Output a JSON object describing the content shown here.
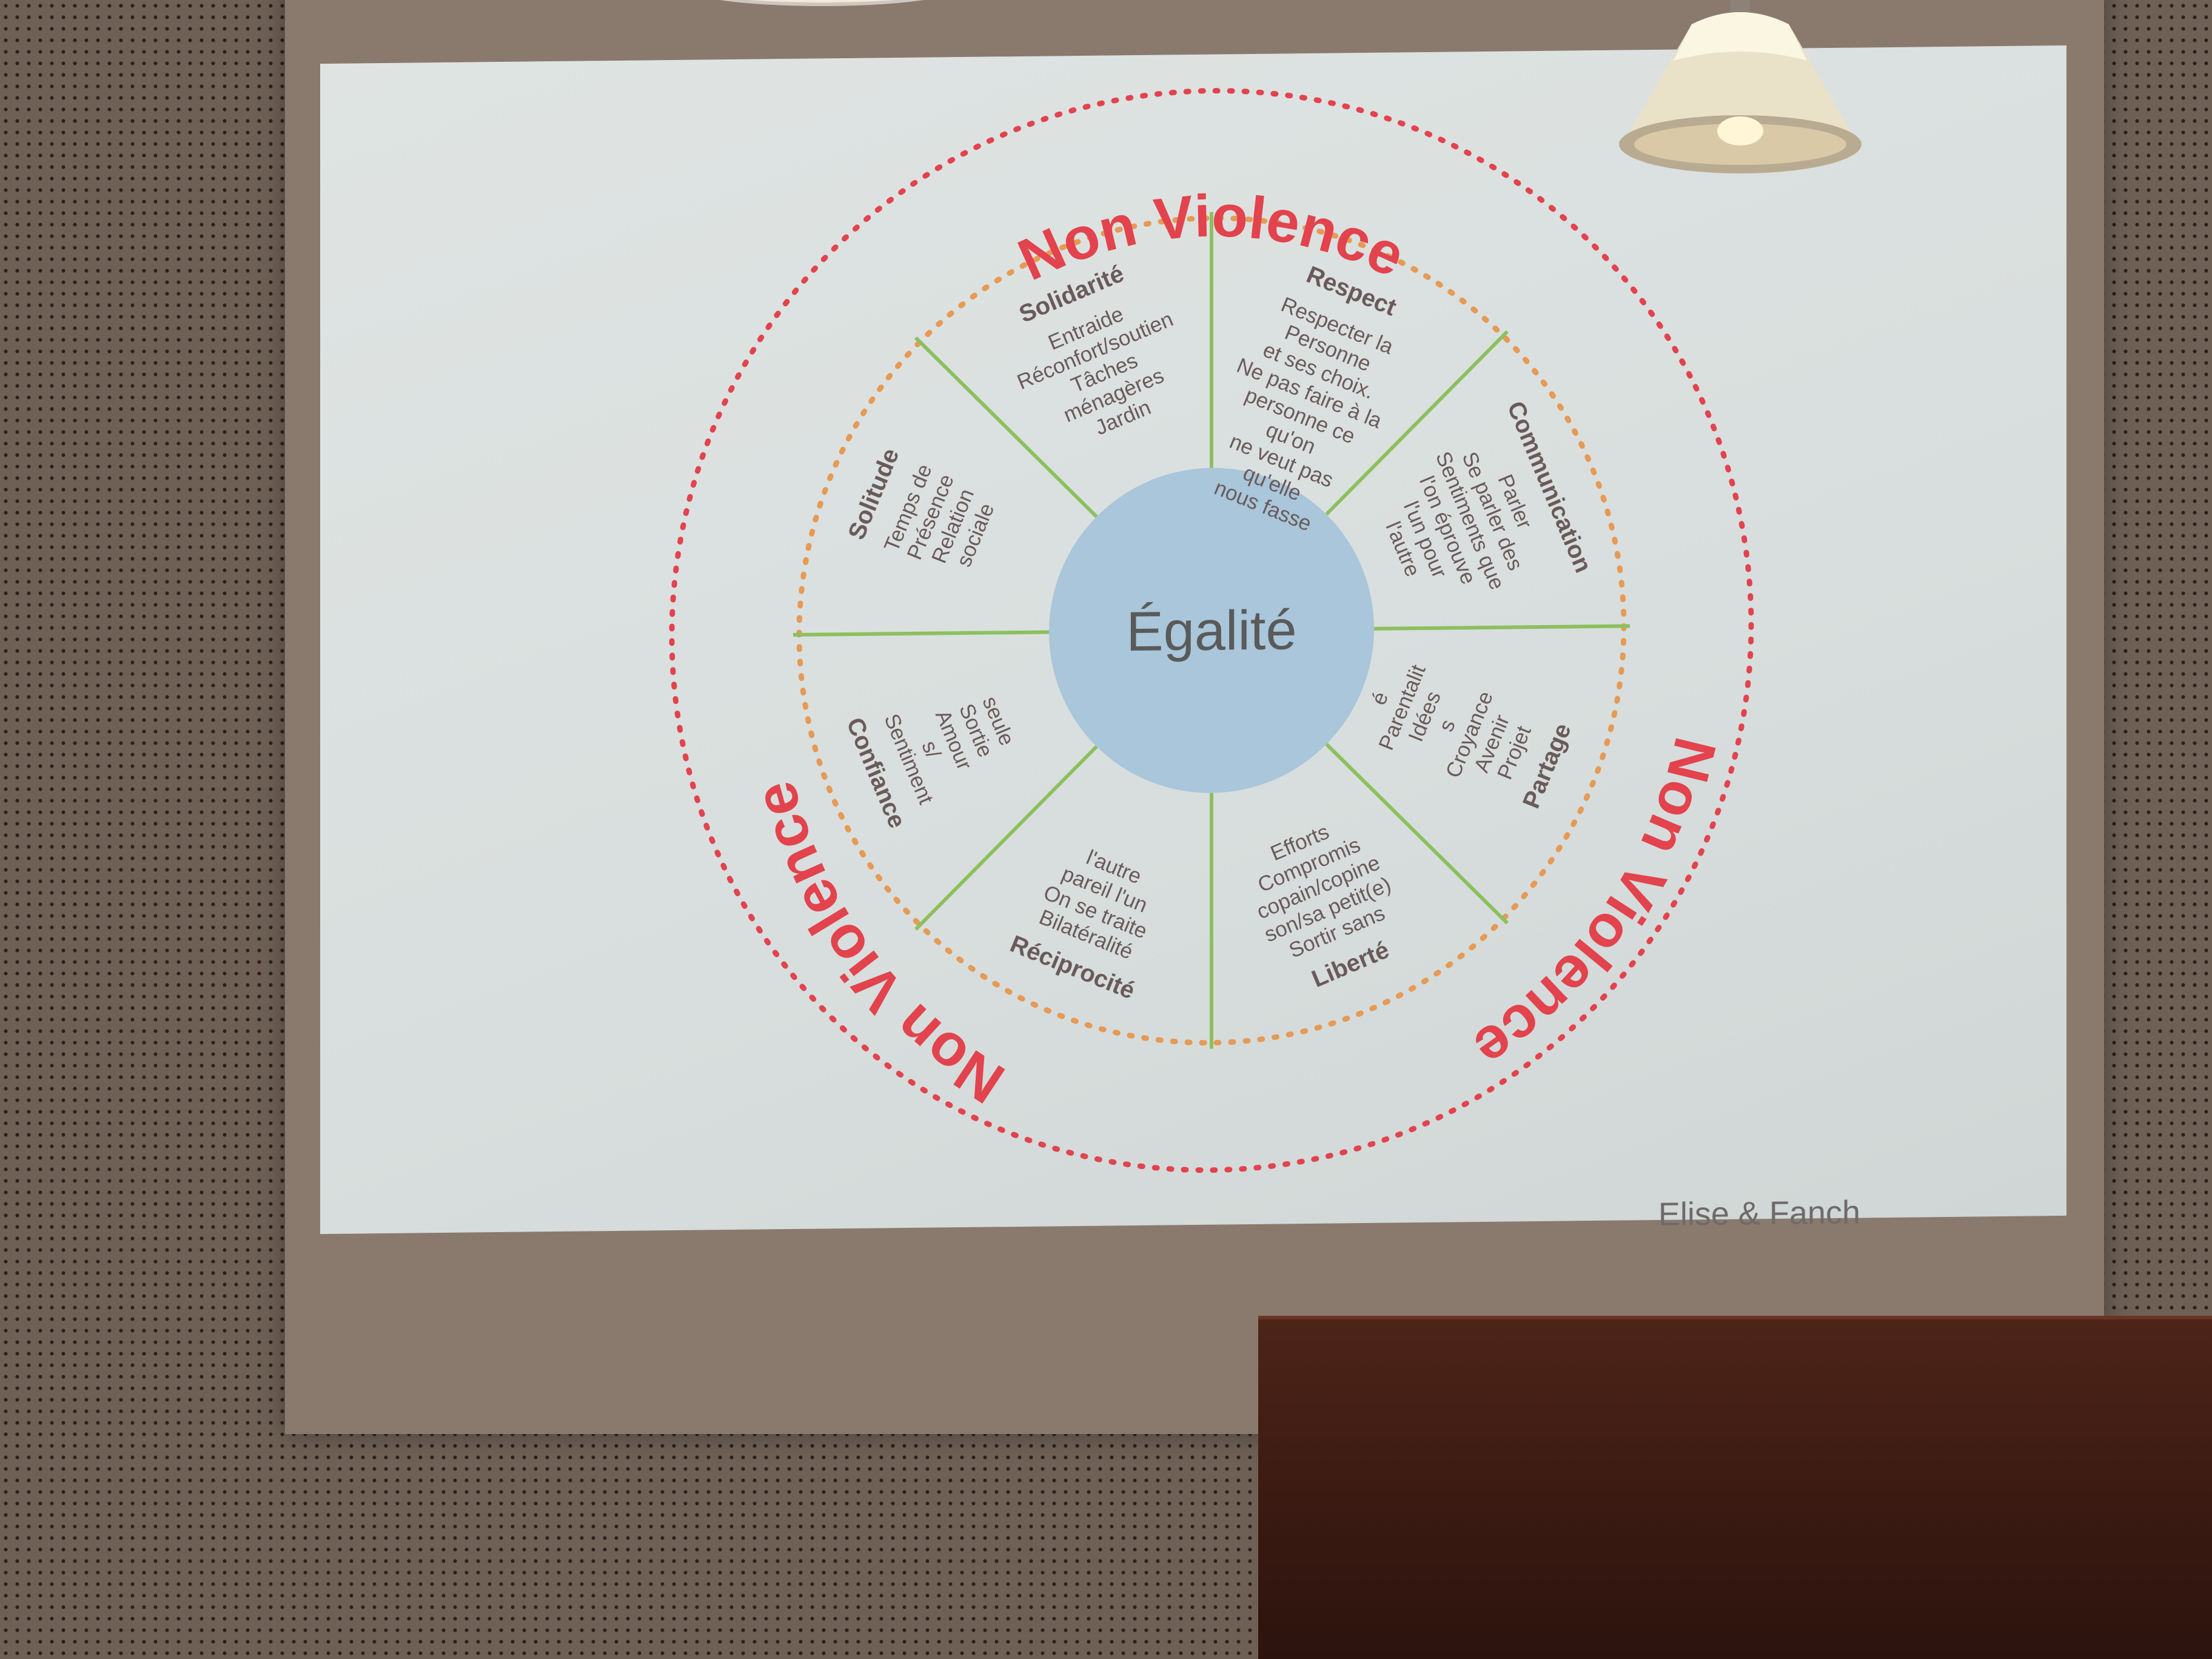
{
  "diagram": {
    "center_label": "Égalité",
    "outer_label_top": "Non Violence",
    "outer_label_right": "Non Violence",
    "outer_label_left": "Non Violence",
    "segments": [
      {
        "title": "Respect",
        "items": [
          "Respecter la",
          "Personne",
          "et ses choix.",
          "Ne pas faire à la",
          "personne ce",
          "qu'on",
          "ne veut pas",
          "qu'elle",
          "nous fasse"
        ]
      },
      {
        "title": "Communication",
        "items": [
          "Parler",
          "Se parler des",
          "Sentiments que",
          "l'on éprouve",
          "l'un pour",
          "l'autre"
        ]
      },
      {
        "title": "Partage",
        "items": [
          "Projet",
          "Avenir",
          "Croyance",
          "s",
          "Idées",
          "Parentalit",
          "é"
        ]
      },
      {
        "title": "Liberté",
        "items": [
          "Sortir sans",
          "son/sa petit(e)",
          "copain/copine",
          "Compromis",
          "Efforts"
        ]
      },
      {
        "title": "Réciprocité",
        "items": [
          "Bilatéralité",
          "On se traite",
          "pareil l'un",
          "l'autre"
        ]
      },
      {
        "title": "Confiance",
        "items": [
          "Sentiment",
          "s/",
          "Amour",
          "Sortie",
          "seule"
        ]
      },
      {
        "title": "Solitude",
        "items": [
          "Temps de",
          "Présence",
          "Relation",
          "sociale"
        ]
      },
      {
        "title": "Solidarité",
        "items": [
          "Entraide",
          "Réconfort/soutien",
          "Tâches",
          "ménagères",
          "Jardin"
        ]
      }
    ],
    "credit": "Elise & Fanch"
  },
  "colors": {
    "red_label": "#e2434d",
    "orange_dots": "#e69a55",
    "green_spokes": "#8cc05e",
    "center_fill": "#a9c6da",
    "segment_text": "#6a5a5a"
  }
}
